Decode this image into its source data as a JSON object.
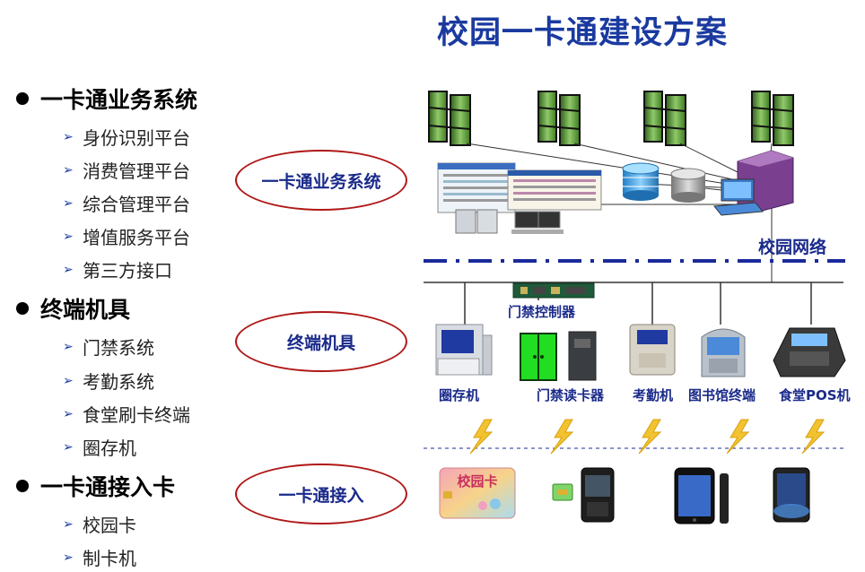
{
  "title": "校园一卡通建设方案",
  "sections": [
    {
      "heading": "一卡通业务系统",
      "items": [
        "身份识别平台",
        "消费管理平台",
        "综合管理平台",
        "增值服务平台",
        "第三方接口"
      ]
    },
    {
      "heading": "终端机具",
      "items": [
        "门禁系统",
        "考勤系统",
        "食堂刷卡终端",
        "圈存机"
      ]
    },
    {
      "heading": "一卡通接入卡",
      "items": [
        "校园卡",
        "制卡机"
      ]
    }
  ],
  "ovals": {
    "business": "一卡通业务系统",
    "terminal": "终端机具",
    "access": "一卡通接入"
  },
  "diagram": {
    "network_label": "校园网络",
    "controller_label": "门禁控制器",
    "terminals": [
      "圈存机",
      "门禁读卡器",
      "考勤机",
      "图书馆终端",
      "食堂POS机"
    ],
    "card_text": "校园卡"
  },
  "colors": {
    "title": "#1a3aa0",
    "label": "#1a2a8a",
    "oval_border": "#b01818",
    "network_line": "#1a2a9a",
    "server": "#6aa84f",
    "bolt": "#f2c230"
  }
}
